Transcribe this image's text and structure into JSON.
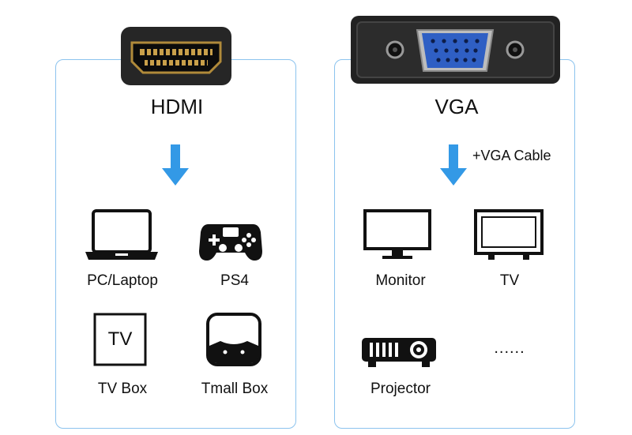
{
  "hdmi": {
    "title": "HDMI",
    "devices": [
      {
        "label": "PC/Laptop",
        "icon": "laptop-icon"
      },
      {
        "label": "PS4",
        "icon": "gamepad-icon"
      },
      {
        "label": "TV Box",
        "icon": "tv-box-icon",
        "icon_text": "TV"
      },
      {
        "label": "Tmall Box",
        "icon": "tmall-box-icon"
      }
    ]
  },
  "vga": {
    "title": "VGA",
    "note": "+VGA Cable",
    "devices": [
      {
        "label": "Monitor",
        "icon": "monitor-icon"
      },
      {
        "label": "TV",
        "icon": "tv-icon"
      },
      {
        "label": "Projector",
        "icon": "projector-icon"
      },
      {
        "label": "......",
        "icon": "ellipsis"
      }
    ]
  },
  "colors": {
    "panel_border": "#8cc3ee",
    "arrow": "#3399e6",
    "vga_blue": "#2f5fc4"
  }
}
